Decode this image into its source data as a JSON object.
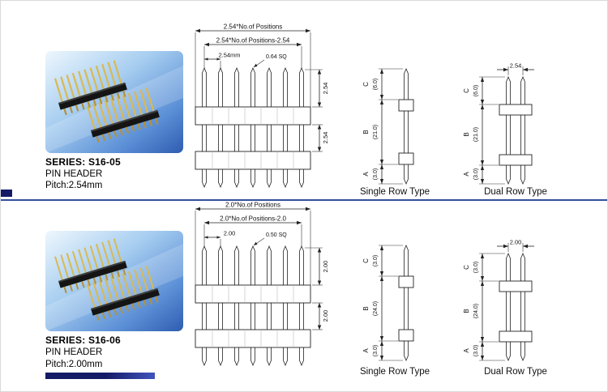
{
  "colors": {
    "accent_bar": "#151a66",
    "divider": "#32509c",
    "photo_blue": "#2f5cb0"
  },
  "sections": [
    {
      "series": "SERIES:  S16-05",
      "product": "PIN HEADER",
      "pitch": "Pitch:2.54mm",
      "front": {
        "dim_total": "2.54*No.of Positions",
        "dim_minus": "2.54*No.of Positions-2.54",
        "dim_pitch": "2.54mm",
        "dim_sq": "0.64 SQ",
        "dim_v1": "2.54",
        "dim_v2": "2.54"
      },
      "single": {
        "caption": "Single Row Type",
        "c": "C",
        "c_val": "(6.0)",
        "b": "B",
        "b_val": "(21.0)",
        "a": "A",
        "a_val": "(3.0)"
      },
      "dual": {
        "caption": "Dual Row Type",
        "dim_top": "2.54",
        "c": "C",
        "c_val": "(6.0)",
        "b": "B",
        "b_val": "(21.0)",
        "a": "A",
        "a_val": "(3.0)"
      }
    },
    {
      "series": "SERIES:  S16-06",
      "product": "PIN HEADER",
      "pitch": "Pitch:2.00mm",
      "front": {
        "dim_total": "2.0*No.of Positions",
        "dim_minus": "2.0*No.of Positions-2.0",
        "dim_pitch": "2.00",
        "dim_sq": "0.50 SQ",
        "dim_v1": "2.00",
        "dim_v2": "2.00"
      },
      "single": {
        "caption": "Single Row Type",
        "c": "C",
        "c_val": "(3.0)",
        "b": "B",
        "b_val": "(24.0)",
        "a": "A",
        "a_val": "(3.0)"
      },
      "dual": {
        "caption": "Dual Row Type",
        "dim_top": "2.00",
        "c": "C",
        "c_val": "(3.0)",
        "b": "B",
        "b_val": "(24.0)",
        "a": "A",
        "a_val": "(3.0)"
      }
    }
  ]
}
